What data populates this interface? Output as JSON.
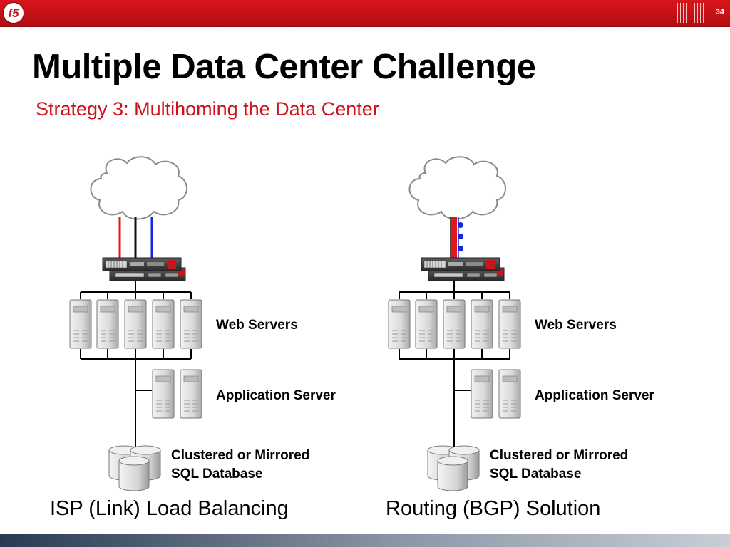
{
  "slide": {
    "page_number": "34",
    "logo_text": "f5",
    "title": "Multiple Data Center Challenge",
    "subtitle": "Strategy 3: Multihoming the Data Center"
  },
  "colors": {
    "brand_red": "#c8151b",
    "subtitle_red": "#d01018",
    "link_red": "#e8141c",
    "link_blue": "#1428e0"
  },
  "diagrams": [
    {
      "web_servers_label": "Web Servers",
      "app_server_label": "Application Server",
      "db_label_line1": "Clustered or Mirrored",
      "db_label_line2": "SQL Database",
      "caption": "ISP (Link) Load Balancing"
    },
    {
      "web_servers_label": "Web Servers",
      "app_server_label": "Application Server",
      "db_label_line1": "Clustered or Mirrored",
      "db_label_line2": "SQL Database",
      "caption": "Routing (BGP) Solution"
    }
  ]
}
